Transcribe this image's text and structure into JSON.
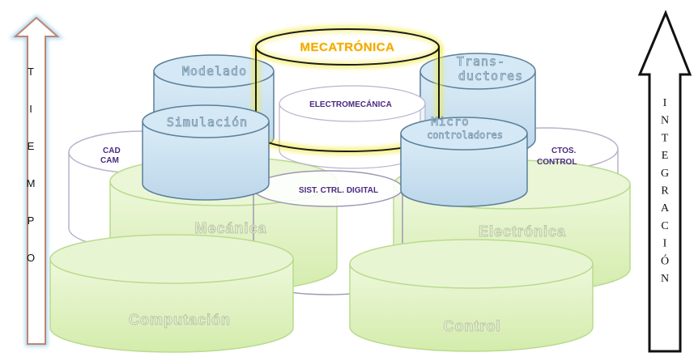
{
  "left_arrow": {
    "letters": [
      "T",
      "I",
      "E",
      "M",
      "P",
      "O"
    ]
  },
  "right_arrow": {
    "letters": [
      "I",
      "N",
      "T",
      "E",
      "G",
      "R",
      "A",
      "C",
      "I",
      "Ó",
      "N"
    ]
  },
  "cylinders": {
    "computacion": "Computación",
    "control": "Control",
    "mecanica": "Mecánica",
    "electronica": "Electrónica",
    "cad_cam_line1": "CAD",
    "cad_cam_line2": "CAM",
    "ctos_control_line1": "CTOS.",
    "ctos_control_line2": "CONTROL",
    "sist_ctrl_digital": "SIST. CTRL. DIGITAL",
    "simulacion": "Simulación",
    "modelado": "Modelado",
    "transductores_line1": "Trans-",
    "transductores_line2": "ductores",
    "micro_line1": "Micro",
    "micro_line2": "controladores",
    "electromecanica": "ELECTROMECÁNICA",
    "mecatronica": "MECATRÓNICA"
  },
  "colors": {
    "green_fill": "#e3f3c8",
    "green_stroke": "#b9db8d",
    "blue_fill": "#cfe4f2",
    "blue_stroke": "#5b7f99",
    "purple_text": "#4b2a80",
    "mecatronica_text": "#f59a23",
    "arrow_left_stroke": "#c1846f",
    "arrow_left_glow": "#7fc6ea"
  }
}
